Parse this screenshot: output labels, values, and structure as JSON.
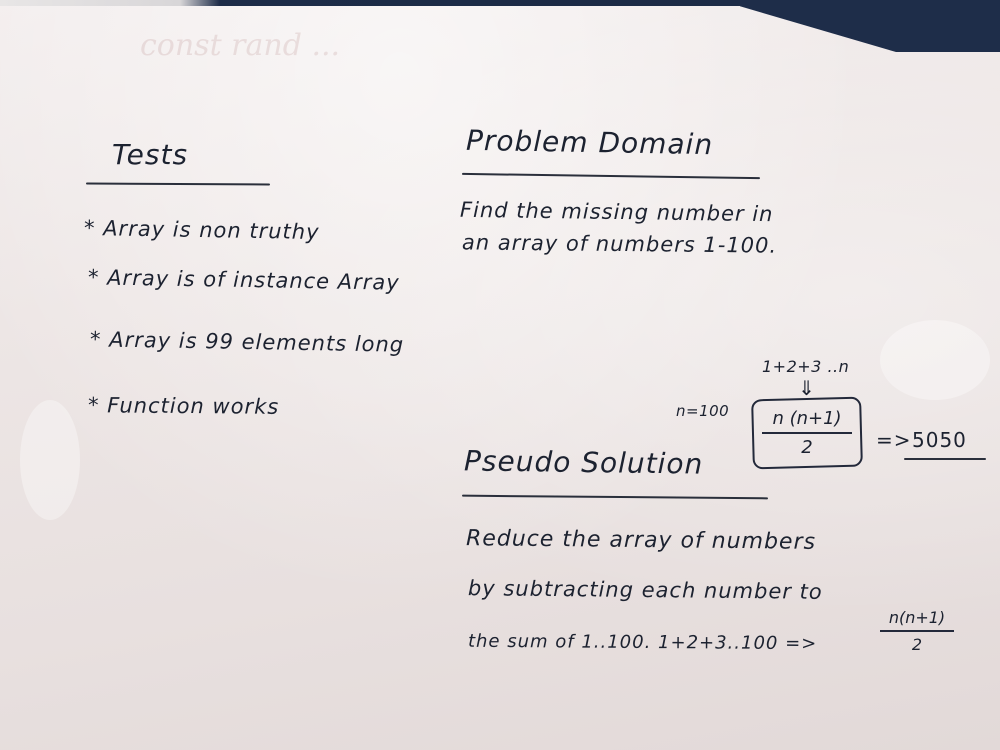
{
  "ghost_text": "const rand ...",
  "tests": {
    "heading": "Tests",
    "items": [
      "* Array is non truthy",
      "* Array is of instance Array",
      "* Array is 99 elements long",
      "* Function works"
    ]
  },
  "problem_domain": {
    "heading": "Problem Domain",
    "line1": "Find  the missing  number  in",
    "line2": "an  array  of  numbers   1-100."
  },
  "formula": {
    "top_note": "1+2+3 ..n",
    "arrow": "⇓",
    "n_label": "n=100",
    "numerator": "n (n+1)",
    "denominator": "2",
    "result_arrow": "=>",
    "result": "5050"
  },
  "pseudo_solution": {
    "heading": "Pseudo Solution",
    "line1": "Reduce  the  array  of  numbers",
    "line2": "by  subtracting  each  number  to",
    "line3": "the  sum  of  1..100.  1+2+3..100 =>",
    "frac_numerator": "n(n+1)",
    "frac_denominator": "2"
  }
}
